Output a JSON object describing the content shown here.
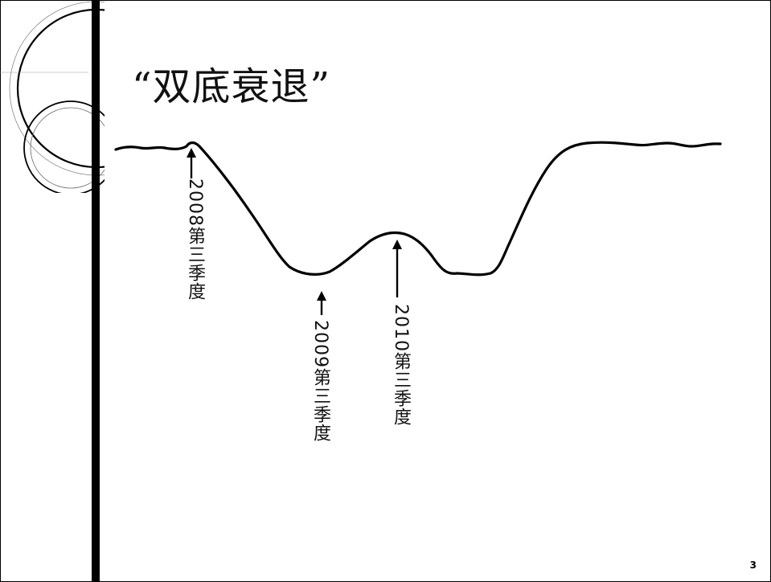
{
  "slide": {
    "title": "“双底衰退”",
    "page_number": "3"
  },
  "annotations": [
    {
      "label": "2008第三季度"
    },
    {
      "label": "2009第三季度"
    },
    {
      "label": "2010第三季度"
    }
  ],
  "colors": {
    "line": "#000000",
    "background": "#ffffff"
  }
}
